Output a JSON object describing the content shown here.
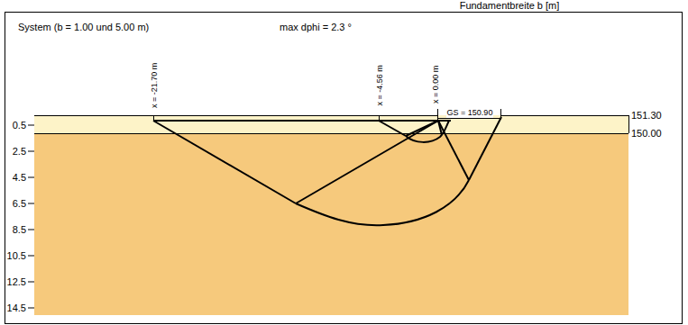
{
  "diagram": {
    "labels": [
      "Fundamentbreite b [m]",
      "System (b = 1.00 und 5.00 m)",
      "max dphi = 2.3 °",
      "x = -21.70 m",
      "x = -4.56 m",
      "x = 0.00 m",
      "GS = 150.90",
      "151.30",
      "150.00",
      "0.5",
      "2.5",
      "4.5",
      "6.5",
      "8.5",
      "10.5",
      "12.5",
      "14.5"
    ]
  }
}
